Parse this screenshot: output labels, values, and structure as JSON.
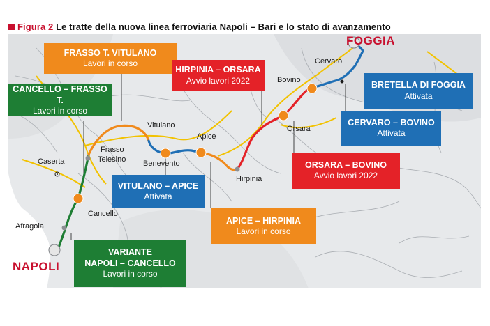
{
  "caption": {
    "figure": "Figura 2",
    "text": "Le tratte della nuova linea ferroviaria Napoli – Bari e lo stato di avanzamento"
  },
  "cities": {
    "napoli": "NAPOLI",
    "foggia": "FOGGIA"
  },
  "places": {
    "cervaro": "Cervaro",
    "bovino": "Bovino",
    "orsara": "Orsara",
    "hirpinia": "Hirpinia",
    "apice": "Apice",
    "vitulano": "Vitulano",
    "benevento": "Benevento",
    "frasso": "Frasso",
    "telesino": "Telesino",
    "caserta": "Caserta",
    "cancello": "Cancello",
    "afragola": "Afragola"
  },
  "sections": {
    "frasso_vitulano": {
      "title": "FRASSO T. VITULANO",
      "status": "Lavori in corso"
    },
    "cancello_frasso": {
      "title": "CANCELLO – FRASSO T.",
      "status": "Lavori in corso"
    },
    "hirpinia_orsara": {
      "title": "HIRPINIA – ORSARA",
      "status": "Avvio lavori 2022"
    },
    "bretella_foggia": {
      "title": "BRETELLA DI FOGGIA",
      "status": "Attivata"
    },
    "cervaro_bovino": {
      "title": "CERVARO – BOVINO",
      "status": "Attivata"
    },
    "orsara_bovino": {
      "title": "ORSARA – BOVINO",
      "status": "Avvio lavori 2022"
    },
    "vitulano_apice": {
      "title": "VITULANO – APICE",
      "status": "Attivata"
    },
    "apice_hirpinia": {
      "title": "APICE – HIRPINIA",
      "status": "Lavori in corso"
    },
    "variante_napoli": {
      "title1": "VARIANTE",
      "title2": "NAPOLI – CANCELLO",
      "status": "Lavori in corso"
    }
  },
  "colors": {
    "green": "#1e7e34",
    "orange": "#f08a1c",
    "red": "#e42228",
    "blue": "#1f6fb5",
    "accent": "#c8102e"
  }
}
